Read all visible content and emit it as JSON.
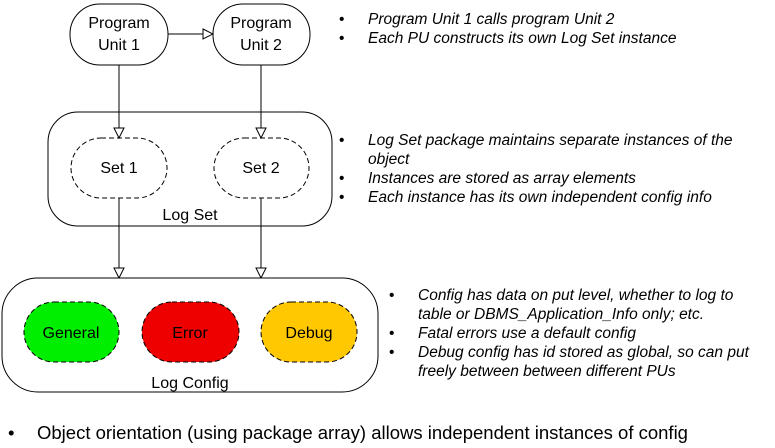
{
  "program_units": {
    "pu1_line1": "Program",
    "pu1_line2": "Unit 1",
    "pu2_line1": "Program",
    "pu2_line2": "Unit 2"
  },
  "log_set": {
    "title": "Log Set",
    "set1": "Set 1",
    "set2": "Set 2"
  },
  "log_config": {
    "title": "Log Config",
    "general": "General",
    "error": "Error",
    "debug": "Debug"
  },
  "colors": {
    "general": "#00ee00",
    "error": "#ee0000",
    "debug": "#ffc800"
  },
  "notes": {
    "program_units": [
      "Program Unit 1 calls program Unit 2",
      "Each PU constructs its own Log Set instance"
    ],
    "log_set": [
      "Log Set package maintains separate instances of the object",
      "Instances are stored as array elements",
      "Each instance has its own independent config info"
    ],
    "log_config": [
      "Config has data on put level, whether to log to table or DBMS_Application_Info only; etc.",
      "Fatal errors use a default config",
      "Debug config has id stored as global, so can put freely between between different PUs"
    ]
  },
  "footer": "Object orientation (using package array) allows independent instances of config"
}
